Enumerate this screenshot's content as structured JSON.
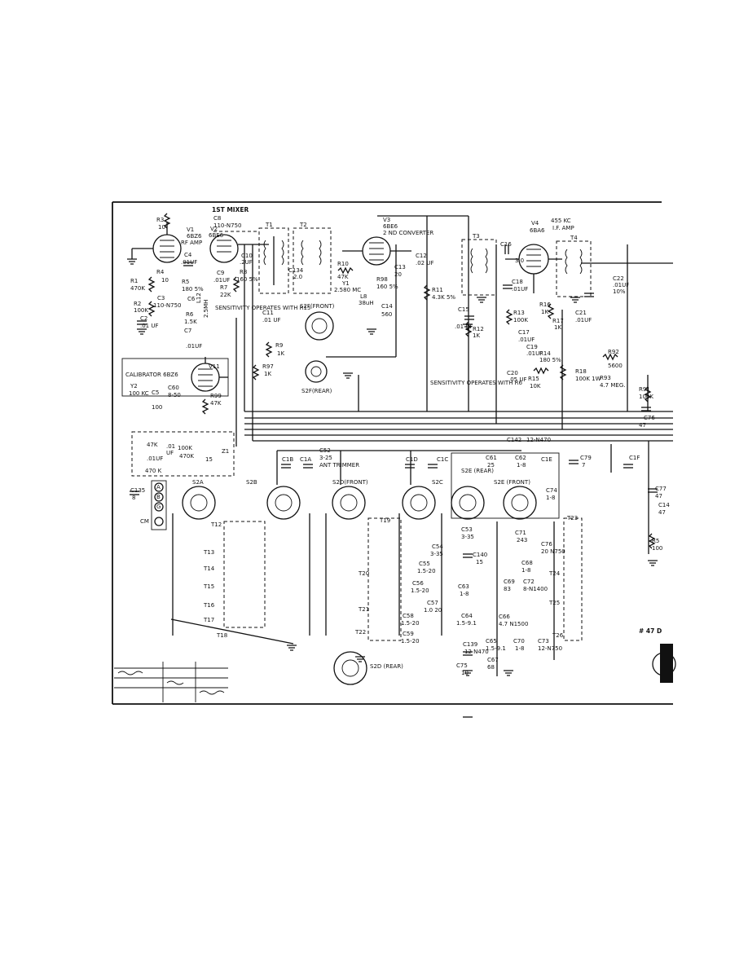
{
  "page": {
    "background": "#ffffff",
    "ink": "#111111"
  },
  "labels": {
    "mixer_title": "1ST MIXER",
    "c8": "C8",
    "c8_val": "110-N750",
    "r3": "R3",
    "r3_val": "10",
    "v1": "V1",
    "v1_type": "6BZ6",
    "v1_role": "RF AMP",
    "v2": "V2",
    "v2_type": "6BE6",
    "t1": "T1",
    "t2": "T2",
    "v3": "V3",
    "v3_type": "6BE6",
    "v3_role": "2 ND CONVERTER",
    "t3": "T3",
    "c16": "C16",
    "c16_val": "3.0",
    "v4": "V4",
    "v4_type": "6BA6",
    "if_freq": "455 KC",
    "if_role": "I.F. AMP",
    "t4": "T4",
    "c22": "C22",
    "c22_val": ".01UF",
    "c22_tol": "10%",
    "c4": "C4",
    "c4_val": ".01UF",
    "c10": "C10",
    "c10_val": ".2UF",
    "r4": "R4",
    "r4_val": "10",
    "r1": "R1",
    "r1_val": "470K",
    "r5": "R5",
    "r5_val": "180 5%",
    "c3": "C3",
    "c3_val": "110-N750",
    "r2": "R2",
    "r2_val": "100K",
    "c2": "C2",
    "c2_val": ".01 UF",
    "c9": "C9",
    "c9_val": ".01UF",
    "r7": "R7",
    "r7_val": "22K",
    "r8": "R8",
    "r8_val": "160 5%",
    "c134": "C134",
    "c134_val": "2.0",
    "r10": "R10",
    "r10_val": "47K",
    "y1": "Y1",
    "y1_val": "2.580 MC",
    "r98": "R98",
    "r98_val": "160 5%",
    "c12": "C12",
    "c12_val": ".02 UF",
    "c13": "C13",
    "c13_val": "20",
    "l8": "L8",
    "l8_val": "38uH",
    "c14": "C14",
    "c14_val": "560",
    "r11": "R11",
    "r11_val": "4.3K 5%",
    "c15": "C15",
    "c15_val": ".01 UF",
    "r12": "R12",
    "r12_val": "1K",
    "c18": "C18",
    "c18_val": ".01UF",
    "r13": "R13",
    "r13_val": "100K",
    "c17": "C17",
    "c17_val": ".01UF",
    "c19": "C19",
    "c19_val": ".01UF",
    "r14": "R14",
    "r14_val": "180 5%",
    "r16": "R16",
    "r16_val": "1K",
    "r17": "R17",
    "r17_val": "1K",
    "c21": "C21",
    "c21_val": ".01UF",
    "r6": "R6",
    "r6_val": "1.5K",
    "c6": "C6",
    "l12": "L12",
    "l12_val": "2.5MH",
    "c7": "C7",
    "c7_val": ".01UF",
    "sens_r15": "SENSITIVITY OPERATES WITH R15",
    "c11": "C11",
    "c11_val": ".01 UF",
    "r9": "R9",
    "r9_val": "1K",
    "r97": "R97",
    "r97_val": "1K",
    "s2f_front": "S2F(FRONT)",
    "s2f_rear": "S2F(REAR)",
    "r92": "R92",
    "r92_val": "5600",
    "c20": "C20",
    "c20_val": ".05 UF",
    "r15": "R15",
    "r15_val": "10K",
    "r18": "R18",
    "r18_val": "100K 1W",
    "r93": "R93",
    "r93_val": "4.7 MEG.",
    "r91": "R91",
    "r91_val": "100K",
    "sens_r6": "SENSITIVITY OPERATES WITH R6",
    "v11": "V11",
    "calibrator": "CALIBRATOR 6BZ6",
    "y2": "Y2",
    "y2_val": "100 KC",
    "c5": "C5",
    "c5_val": "100",
    "c60": "C60",
    "c60_val": "8-50",
    "r99": "R99",
    "r99_val": "47K",
    "c76": "C76",
    "c76_val": "47",
    "cal_47k": "47K",
    "cal_01": ".01",
    "cal_100k": "100K",
    "cal_470k": "470K",
    "cal_01uf": ".01UF",
    "cal_uf": "UF",
    "cal_15": "15",
    "cal_470k_b": "470 K",
    "z1": "Z1",
    "c18b": "C1B",
    "c1a": "C1A",
    "c52": "C52",
    "c52_val": "3-25",
    "ant_trimmer": "ANT TRIMMER",
    "c1d": "C1D",
    "c1c": "C1C",
    "c142": "C142",
    "c142_val": "12-N470",
    "c61": "C61",
    "c61_val": "25",
    "c62": "C62",
    "c62_val": "1-8",
    "c1e": "C1E",
    "c79": "C79",
    "c79_val": "7",
    "c1f": "C1F",
    "c77": "C77",
    "c77_val": "47",
    "c14x": "C14",
    "c14x_val": "47",
    "s2a": "S2A",
    "s2b": "S2B",
    "s2d_front": "S2D(FRONT)",
    "s2c": "S2C",
    "s2e_rear": "S2E (REAR)",
    "s2e_front": "S2E (FRONT)",
    "c74": "C74",
    "c74_val": "1-8",
    "c135": "C135",
    "c135_val": "8",
    "jack_a": "A",
    "jack_b": "B",
    "jack_g": "G",
    "jack_cm": "CM",
    "t12": "T12",
    "t13": "T13",
    "t14": "T14",
    "t15": "T15",
    "t16": "T16",
    "t17": "T17",
    "t18": "T18",
    "t19": "T19",
    "t20": "T20",
    "t21": "T21",
    "t22": "T22",
    "t23": "T23",
    "t24": "T24",
    "t25": "T25",
    "t26": "T26",
    "c53": "C53",
    "c53_val": "3-35",
    "c54": "C54",
    "c54_val": "3-35",
    "c55": "C55",
    "c55_val": "1.5-20",
    "c56": "C56",
    "c56_val": "1.5-20",
    "c57": "C57",
    "c57_val": "1.0 20",
    "c58": "C58",
    "c58_val": "1.5-20",
    "c59": "C59",
    "c59_val": "1.5-20",
    "c71": "C71",
    "c71_val": "243",
    "c76b": "C76",
    "c76b_val": "20 N750",
    "c140": "C140",
    "c140_val": "15",
    "c68": "C68",
    "c68_val": "1-8",
    "c69": "C69",
    "c69_val": "83",
    "c72": "C72",
    "c72_val": "8-N1400",
    "c63": "C63",
    "c63_val": "1-8",
    "c64": "C64",
    "c64_val": "1.5-9.1",
    "c66": "C66",
    "c66_val": "4.7 N1500",
    "c139": "C139",
    "c139_val": "12 N470",
    "c65": "C65",
    "c65_val": "1.5-9.1",
    "c70": "C70",
    "c70_val": "1-8",
    "c73": "C73",
    "c73_val": "12-N750",
    "c75": "C75",
    "c75_val": "10",
    "c67": "C67",
    "c67_val": "68",
    "s2d_rear": "S2D (REAR)",
    "r5x": "R5",
    "r5x_val": "100",
    "tube47": "# 47 D"
  }
}
